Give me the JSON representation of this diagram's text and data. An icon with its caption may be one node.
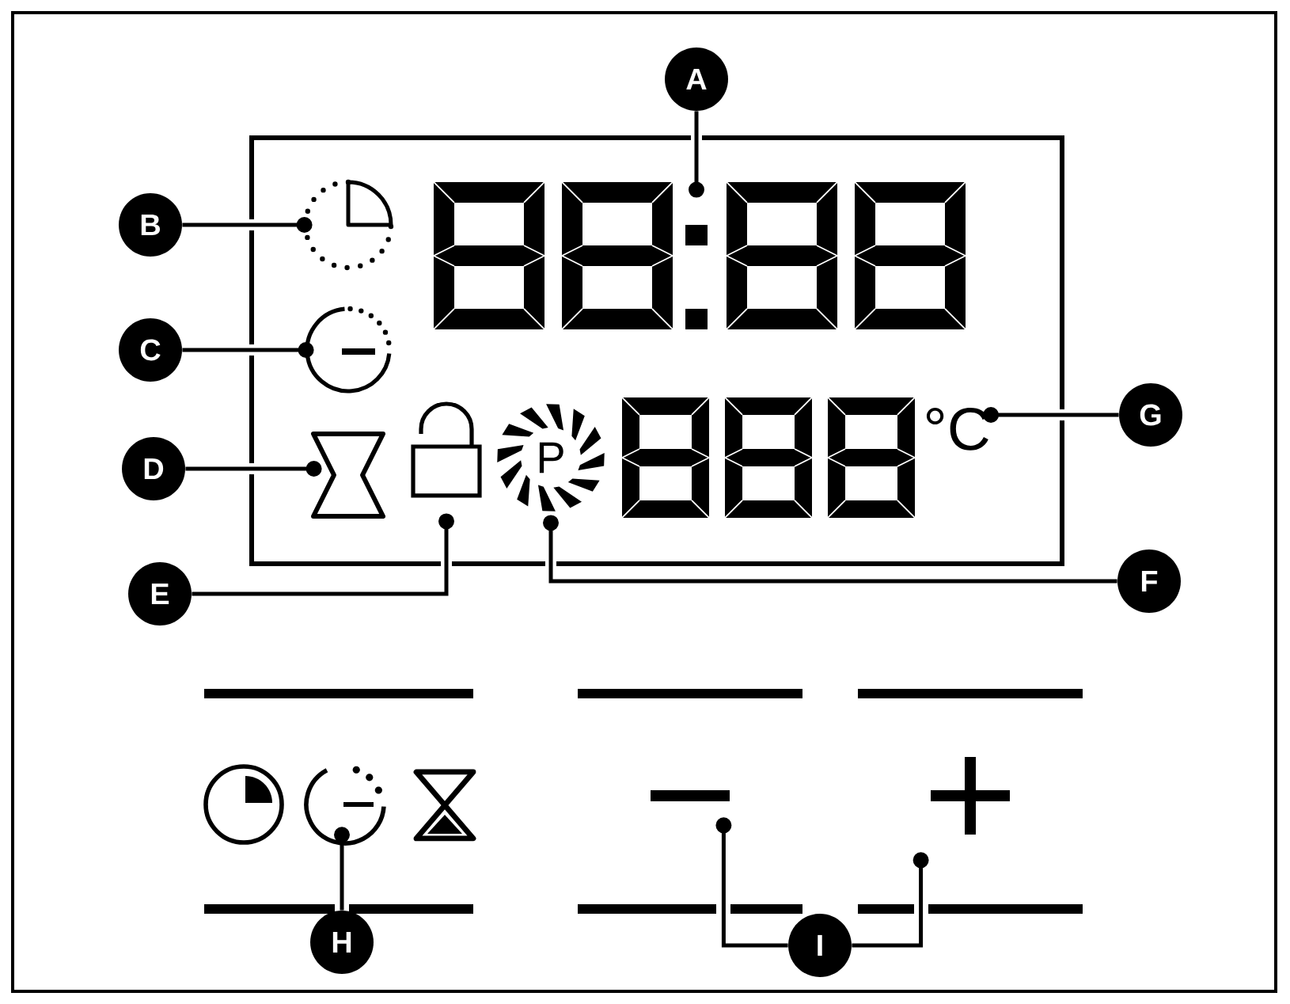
{
  "diagram": {
    "nodes": [
      {
        "text": [
          "A"
        ]
      },
      {
        "text": [],
        "shape": "box"
      },
      {
        "text": [],
        "shape": "picture",
        "in": 1
      },
      {
        "text": [
          "B"
        ]
      },
      {
        "text": [],
        "shape": "circle",
        "in": 1
      },
      {
        "text": [
          "C"
        ]
      },
      {
        "text": [],
        "shape": "picture",
        "in": 1
      },
      {
        "text": [
          "D"
        ]
      },
      {
        "text": [],
        "shape": "picture",
        "in": 1
      },
      {
        "text": [],
        "shape": "box",
        "in": 1
      },
      {
        "text": [
          "P"
        ],
        "in": 1
      },
      {
        "text": [
          "°C"
        ],
        "in": 1
      },
      {
        "text": [
          "G"
        ]
      },
      {
        "text": [
          "E"
        ]
      },
      {
        "text": [
          "F"
        ]
      },
      {
        "text": [],
        "shape": "picture"
      },
      {
        "text": [],
        "shape": "bar"
      },
      {
        "text": [],
        "shape": "picture"
      },
      {
        "text": [
          "H"
        ]
      },
      {
        "text": [
          "I"
        ]
      }
    ],
    "edges": [
      {
        "from": 0,
        "to": 2,
        "arrow": "other"
      },
      {
        "from": 3,
        "to": 4,
        "arrow": "other"
      },
      {
        "from": 5,
        "to": 6,
        "arrow": "other"
      },
      {
        "from": 7,
        "to": 8,
        "arrow": "other"
      },
      {
        "from": 13,
        "to": 9,
        "arrow": "other"
      },
      {
        "from": 14,
        "to": 10,
        "arrow": "other"
      },
      {
        "from": 12,
        "to": 11,
        "arrow": "other"
      },
      {
        "from": 18,
        "to": 15,
        "arrow": "other"
      },
      {
        "from": 19,
        "to": 16,
        "arrow": "other"
      },
      {
        "from": 19,
        "to": 17,
        "arrow": "other"
      }
    ]
  }
}
